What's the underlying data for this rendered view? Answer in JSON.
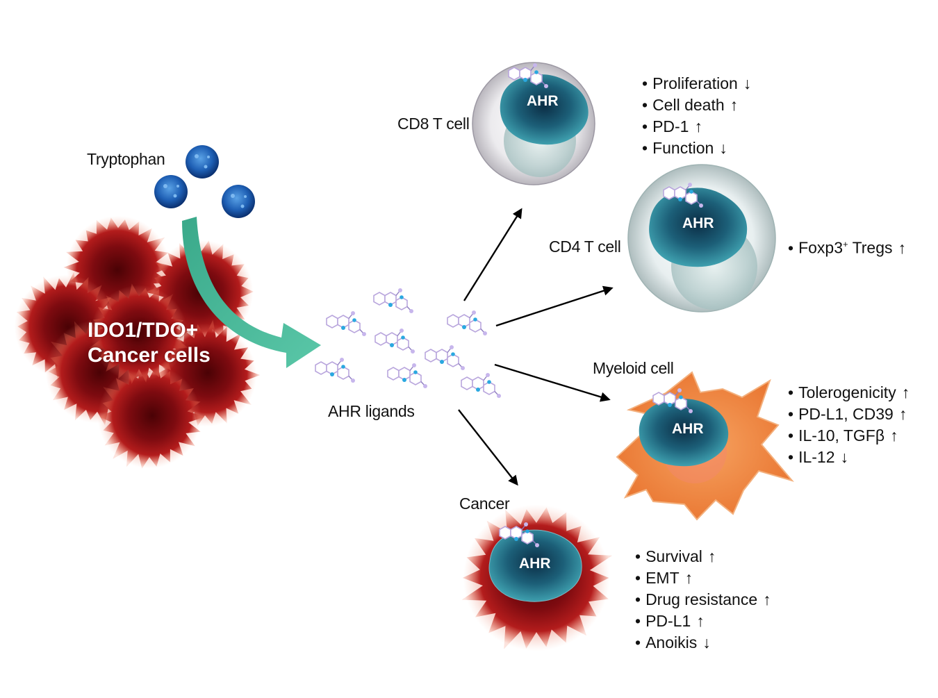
{
  "tryptophan_label": "Tryptophan",
  "source_cells": {
    "line1": "IDO1/TDO+",
    "line2": "Cancer cells"
  },
  "ligands_label": "AHR ligands",
  "receptor_label": "AHR",
  "cd8": {
    "label": "CD8 T cell",
    "effects": [
      {
        "text": "Proliferation",
        "direction": "down"
      },
      {
        "text": "Cell death",
        "direction": "up"
      },
      {
        "text": "PD-1",
        "direction": "up"
      },
      {
        "text": "Function",
        "direction": "down"
      }
    ]
  },
  "cd4": {
    "label": "CD4 T cell",
    "effects_main": "Foxp3",
    "effects_sup": "+",
    "effects_rest": " Tregs",
    "direction": "up"
  },
  "myeloid": {
    "label": "Myeloid cell",
    "effects": [
      {
        "text": "Tolerogenicity",
        "direction": "up"
      },
      {
        "text": "PD-L1, CD39",
        "direction": "up"
      },
      {
        "text": "IL-10, TGFβ",
        "direction": "up"
      },
      {
        "text": "IL-12",
        "direction": "down"
      }
    ]
  },
  "cancer": {
    "label": "Cancer",
    "effects": [
      {
        "text": "Survival",
        "direction": "up"
      },
      {
        "text": "EMT",
        "direction": "up"
      },
      {
        "text": "Drug resistance",
        "direction": "up"
      },
      {
        "text": "PD-L1",
        "direction": "up"
      },
      {
        "text": "Anoikis",
        "direction": "down"
      }
    ]
  },
  "colors": {
    "tumor": "#8b0d12",
    "tumor_glow": "#e24b3a",
    "tryptophan": "#1e5fb4",
    "flow_arrow": "#4dbf9f",
    "nucleus": "#1f6e80",
    "myeloid": "#f08a3a",
    "ligand": "#a58fd0"
  },
  "icons": {
    "up": "↑",
    "down": "↓",
    "tryptophan": "tryptophan-molecule-icon",
    "ligand": "ahr-ligand-molecule-icon"
  }
}
